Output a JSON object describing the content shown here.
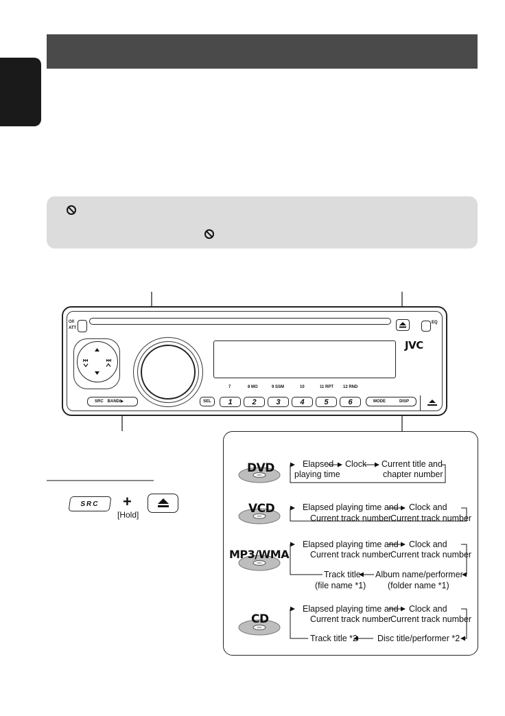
{
  "control_panel": {
    "power_label": "⏻/I",
    "att_label": "ATT",
    "eq_label": "EQ",
    "brand": "JVC",
    "presets": [
      {
        "num": "1",
        "label": "7"
      },
      {
        "num": "2",
        "label": "8 MO"
      },
      {
        "num": "3",
        "label": "9 SSM"
      },
      {
        "num": "4",
        "label": "10"
      },
      {
        "num": "5",
        "label": "11 RPT"
      },
      {
        "num": "6",
        "label": "12 RND"
      }
    ],
    "sel_label": "SEL",
    "src_label": "SRC",
    "band_label": "BAND/▶",
    "mode_label": "MODE",
    "disp_label": "DISP"
  },
  "hold_combo": {
    "src_label": "SRC",
    "plus": "+",
    "hold_label": "[Hold]"
  },
  "display_modes": {
    "dvd": {
      "disc": "DVD",
      "step1_a": "Elapsed",
      "step1_b": "playing time",
      "step2": "Clock",
      "step3_a": "Current title and",
      "step3_b": "chapter number"
    },
    "vcd": {
      "disc": "VCD",
      "step1_a": "Elapsed playing time and",
      "step1_b": "Current track number",
      "step2_a": "Clock and",
      "step2_b": "Current track number"
    },
    "mp3": {
      "disc": "MP3/WMA",
      "step1_a": "Elapsed playing time and",
      "step1_b": "Current track number",
      "step2_a": "Clock and",
      "step2_b": "Current track number",
      "step3_a": "Album name/performer",
      "step3_b": "(folder name *1)",
      "step4_a": "Track title",
      "step4_b": "(file name *1)"
    },
    "cd": {
      "disc": "CD",
      "step1_a": "Elapsed playing time and",
      "step1_b": "Current track number",
      "step2_a": "Clock and",
      "step2_b": "Current track number",
      "step3": "Disc title/performer *2",
      "step4": "Track title *2"
    }
  }
}
